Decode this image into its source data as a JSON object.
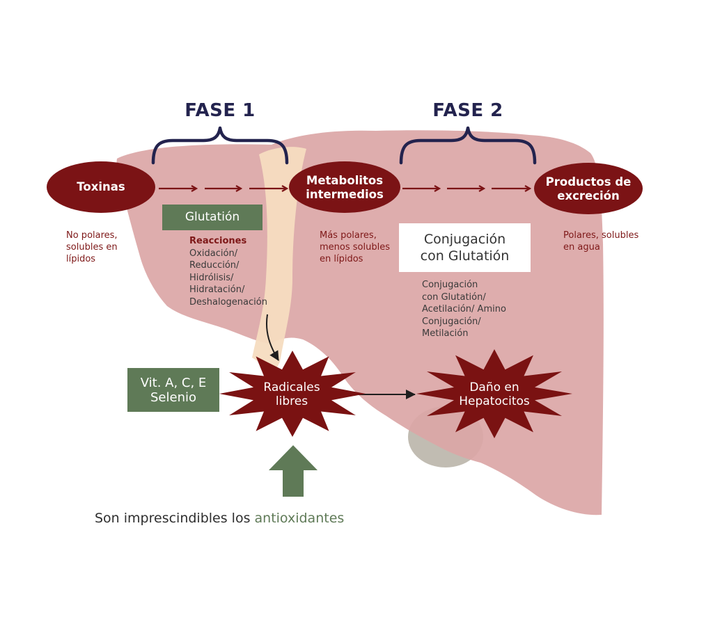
{
  "phases": {
    "phase1": "FASE 1",
    "phase2": "FASE 2"
  },
  "nodes": {
    "toxinas": "Toxinas",
    "metabolitos_line1": "Metabolitos",
    "metabolitos_line2": "intermedios",
    "productos_line1": "Productos de",
    "productos_line2": "excreción",
    "radicales_line1": "Radicales",
    "radicales_line2": "libres",
    "dano_line1": "Daño en",
    "dano_line2": "Hepatocitos"
  },
  "notes": {
    "toxinas": [
      "No polares,",
      "solubles en",
      "lípidos"
    ],
    "metabolitos": [
      "Más polares,",
      "menos solubles",
      "en lípidos"
    ],
    "productos": [
      "Polares, solubles",
      "en agua"
    ]
  },
  "phase1_box": {
    "label": "Glutatión",
    "reactions_title": "Reacciones",
    "reactions": [
      "Oxidación/",
      "Reducción/",
      "Hidrólisis/",
      "Hidratación/",
      "Deshalogenación"
    ]
  },
  "phase2_box": {
    "label_line1": "Conjugación",
    "label_line2": "con Glutatión",
    "reactions": [
      "Conjugación",
      "con Glutatión/",
      "Acetilación/ Amino",
      "Conjugación/",
      "Metilación"
    ]
  },
  "antioxidants_box": {
    "line1": "Vit. A, C, E",
    "line2": "Selenio"
  },
  "footer": {
    "prefix": "Son imprescindibles los ",
    "accent": "antioxidantes"
  },
  "colors": {
    "oval": "#7b1315",
    "star": "#7a1212",
    "green": "#5f7a57",
    "navy": "#23234e",
    "liver": "#dba6a6",
    "ligament": "#f6dcc0",
    "gallbladder": "#c1bcb2",
    "note_text": "#7e1818"
  }
}
